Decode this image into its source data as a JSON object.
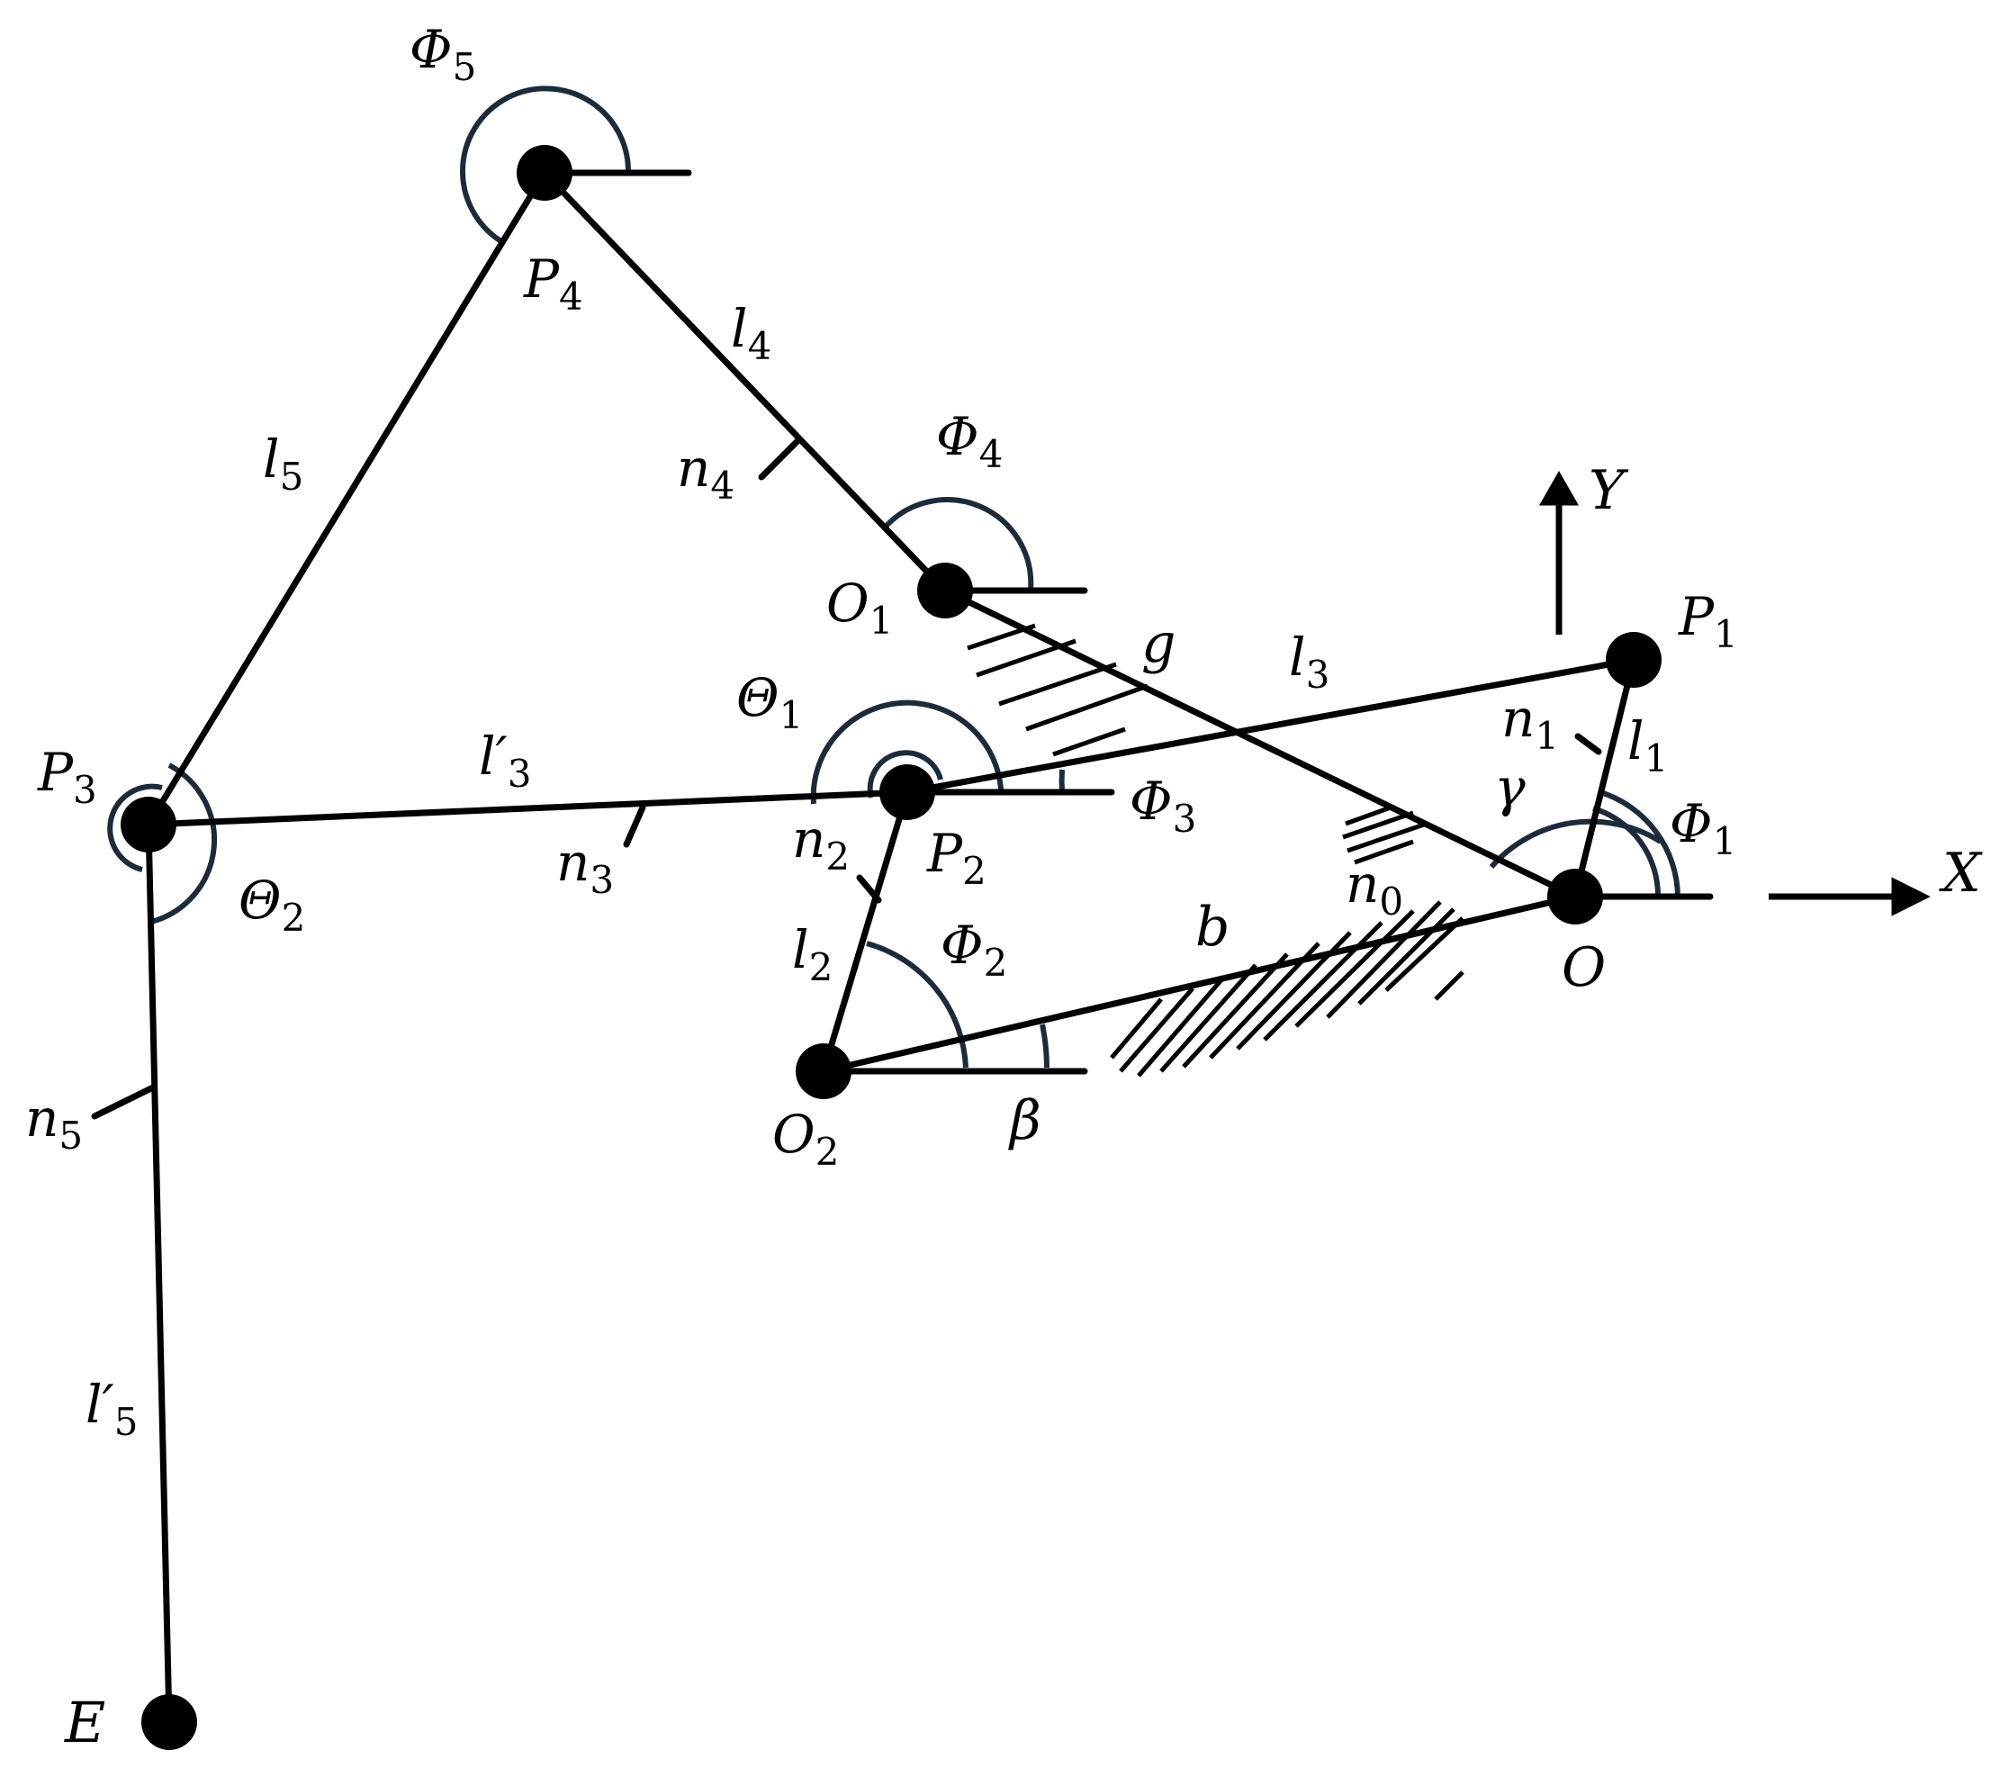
{
  "labels": {
    "phi5": {
      "base": "Φ",
      "sub": "5"
    },
    "p4": {
      "base": "P",
      "sub": "4"
    },
    "l4": {
      "base": "l",
      "sub": "4"
    },
    "l5": {
      "base": "l",
      "sub": "5"
    },
    "n4": {
      "base": "n",
      "sub": "4"
    },
    "phi4": {
      "base": "Φ",
      "sub": "4"
    },
    "y": {
      "base": "Y",
      "sub": ""
    },
    "o1": {
      "base": "O",
      "sub": "1"
    },
    "g": {
      "base": "g",
      "sub": ""
    },
    "l3": {
      "base": "l",
      "sub": "3"
    },
    "p1": {
      "base": "P",
      "sub": "1"
    },
    "theta1": {
      "base": "Θ",
      "sub": "1"
    },
    "n1": {
      "base": "n",
      "sub": "1"
    },
    "l1": {
      "base": "l",
      "sub": "1"
    },
    "p3": {
      "base": "P",
      "sub": "3"
    },
    "l3p": {
      "base": "l′",
      "sub": "3"
    },
    "phi3": {
      "base": "Φ",
      "sub": "3"
    },
    "gamma": {
      "base": "γ",
      "sub": ""
    },
    "phi1": {
      "base": "Φ",
      "sub": "1"
    },
    "x": {
      "base": "X",
      "sub": ""
    },
    "n2": {
      "base": "n",
      "sub": "2"
    },
    "p2": {
      "base": "P",
      "sub": "2"
    },
    "n3": {
      "base": "n",
      "sub": "3"
    },
    "n0": {
      "base": "n",
      "sub": "0"
    },
    "theta2": {
      "base": "Θ",
      "sub": "2"
    },
    "o": {
      "base": "O",
      "sub": ""
    },
    "l2": {
      "base": "l",
      "sub": "2"
    },
    "phi2": {
      "base": "Φ",
      "sub": "2"
    },
    "b": {
      "base": "b",
      "sub": ""
    },
    "n5": {
      "base": "n",
      "sub": "5"
    },
    "o2": {
      "base": "O",
      "sub": "2"
    },
    "beta": {
      "base": "β",
      "sub": ""
    },
    "l5p": {
      "base": "l′",
      "sub": "5"
    },
    "e": {
      "base": "E",
      "sub": ""
    }
  },
  "colors": {
    "link": "#000000",
    "arc": "#1c2b3a",
    "joint": "#000000"
  }
}
